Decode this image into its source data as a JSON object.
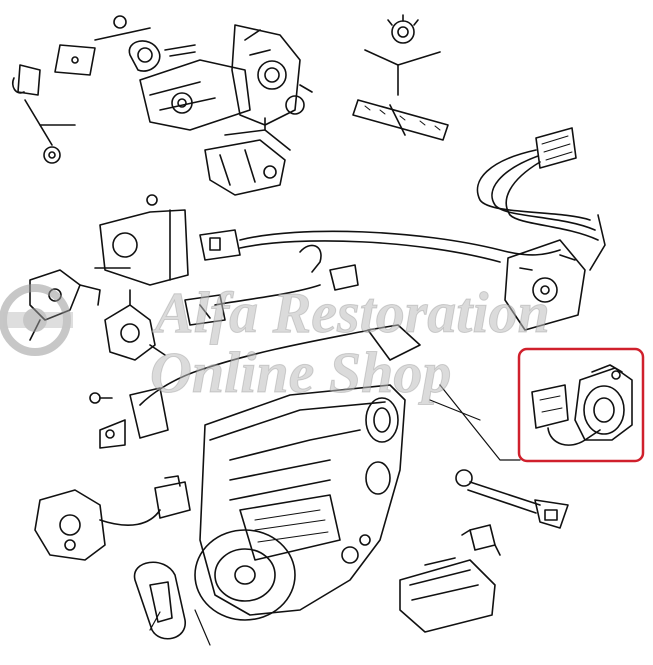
{
  "diagram": {
    "type": "exploded parts diagram",
    "highlight_color": "#d0202c",
    "line_color": "#111111",
    "watermark": {
      "line1": "Alfa Restoration",
      "line2": "Online Shop",
      "color": "#bdbdbd"
    }
  }
}
